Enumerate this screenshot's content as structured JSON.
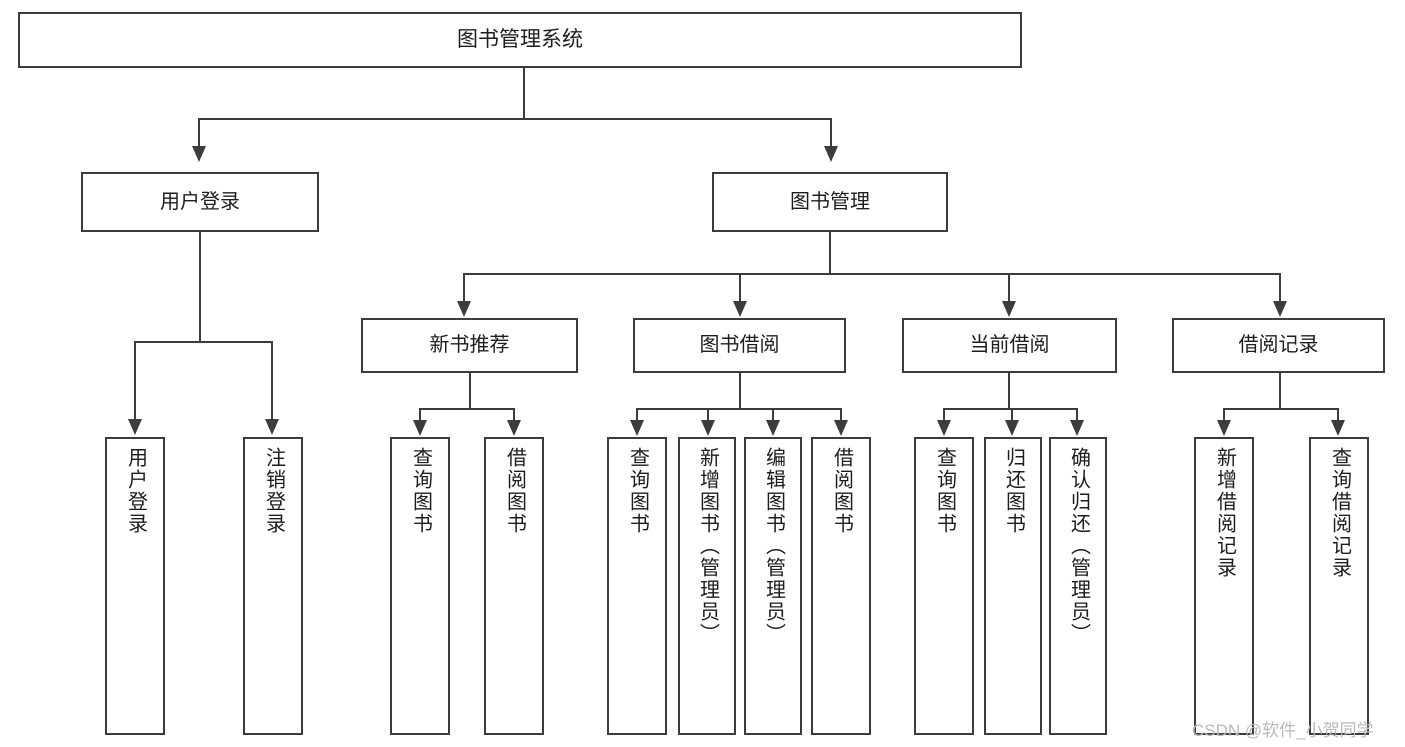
{
  "diagram": {
    "title": "图书管理系统",
    "type": "tree-hierarchy",
    "root": {
      "label": "图书管理系统"
    },
    "level2": [
      {
        "label": "用户登录"
      },
      {
        "label": "图书管理"
      }
    ],
    "level3": [
      {
        "label": "新书推荐"
      },
      {
        "label": "图书借阅"
      },
      {
        "label": "当前借阅"
      },
      {
        "label": "借阅记录"
      }
    ],
    "leaves": {
      "user_login": [
        {
          "label": "用户登录"
        },
        {
          "label": "注销登录"
        }
      ],
      "new_book_recommend": [
        {
          "label": "查询图书"
        },
        {
          "label": "借阅图书"
        }
      ],
      "book_borrow": [
        {
          "label": "查询图书"
        },
        {
          "label": "新增图书（管理员）"
        },
        {
          "label": "编辑图书（管理员）"
        },
        {
          "label": "借阅图书"
        }
      ],
      "current_borrow": [
        {
          "label": "查询图书"
        },
        {
          "label": "归还图书"
        },
        {
          "label": "确认归还（管理员）"
        }
      ],
      "borrow_record": [
        {
          "label": "新增借阅记录"
        },
        {
          "label": "查询借阅记录"
        }
      ]
    }
  },
  "watermark": {
    "text": "CSDN @软件_小贺同学"
  },
  "colors": {
    "stroke": "#3c3c3c",
    "fill": "#ffffff",
    "text": "#1d1d1d",
    "watermark": "#b9b9b9"
  }
}
